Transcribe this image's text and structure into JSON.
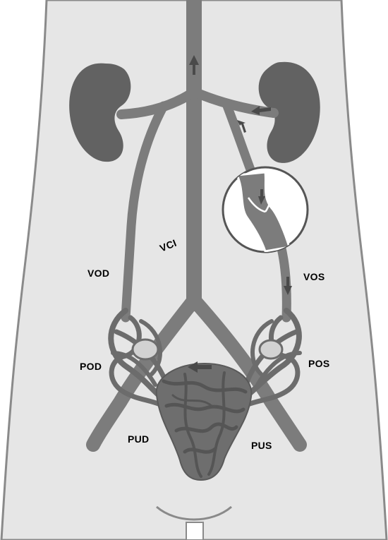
{
  "labels": {
    "vci": "VCI",
    "vod": "VOD",
    "vos": "VOS",
    "pod": "POD",
    "pos": "POS",
    "pud": "PUD",
    "pus": "PUS"
  },
  "colors": {
    "background": "#ffffff",
    "body_fill": "#e6e6e6",
    "body_outline": "#8a8a8a",
    "kidney": "#626262",
    "vein": "#7c7c7c",
    "vein_dark": "#5a5a5a",
    "uterus": "#6e6e6e",
    "ovary": "#d2d2d2",
    "arrow": "#4a4a4a",
    "inset_bg": "#ffffff",
    "label": "#000000"
  },
  "icons": {
    "flow_arrows": "arrow-icon",
    "inset": "magnified-valve-icon"
  }
}
